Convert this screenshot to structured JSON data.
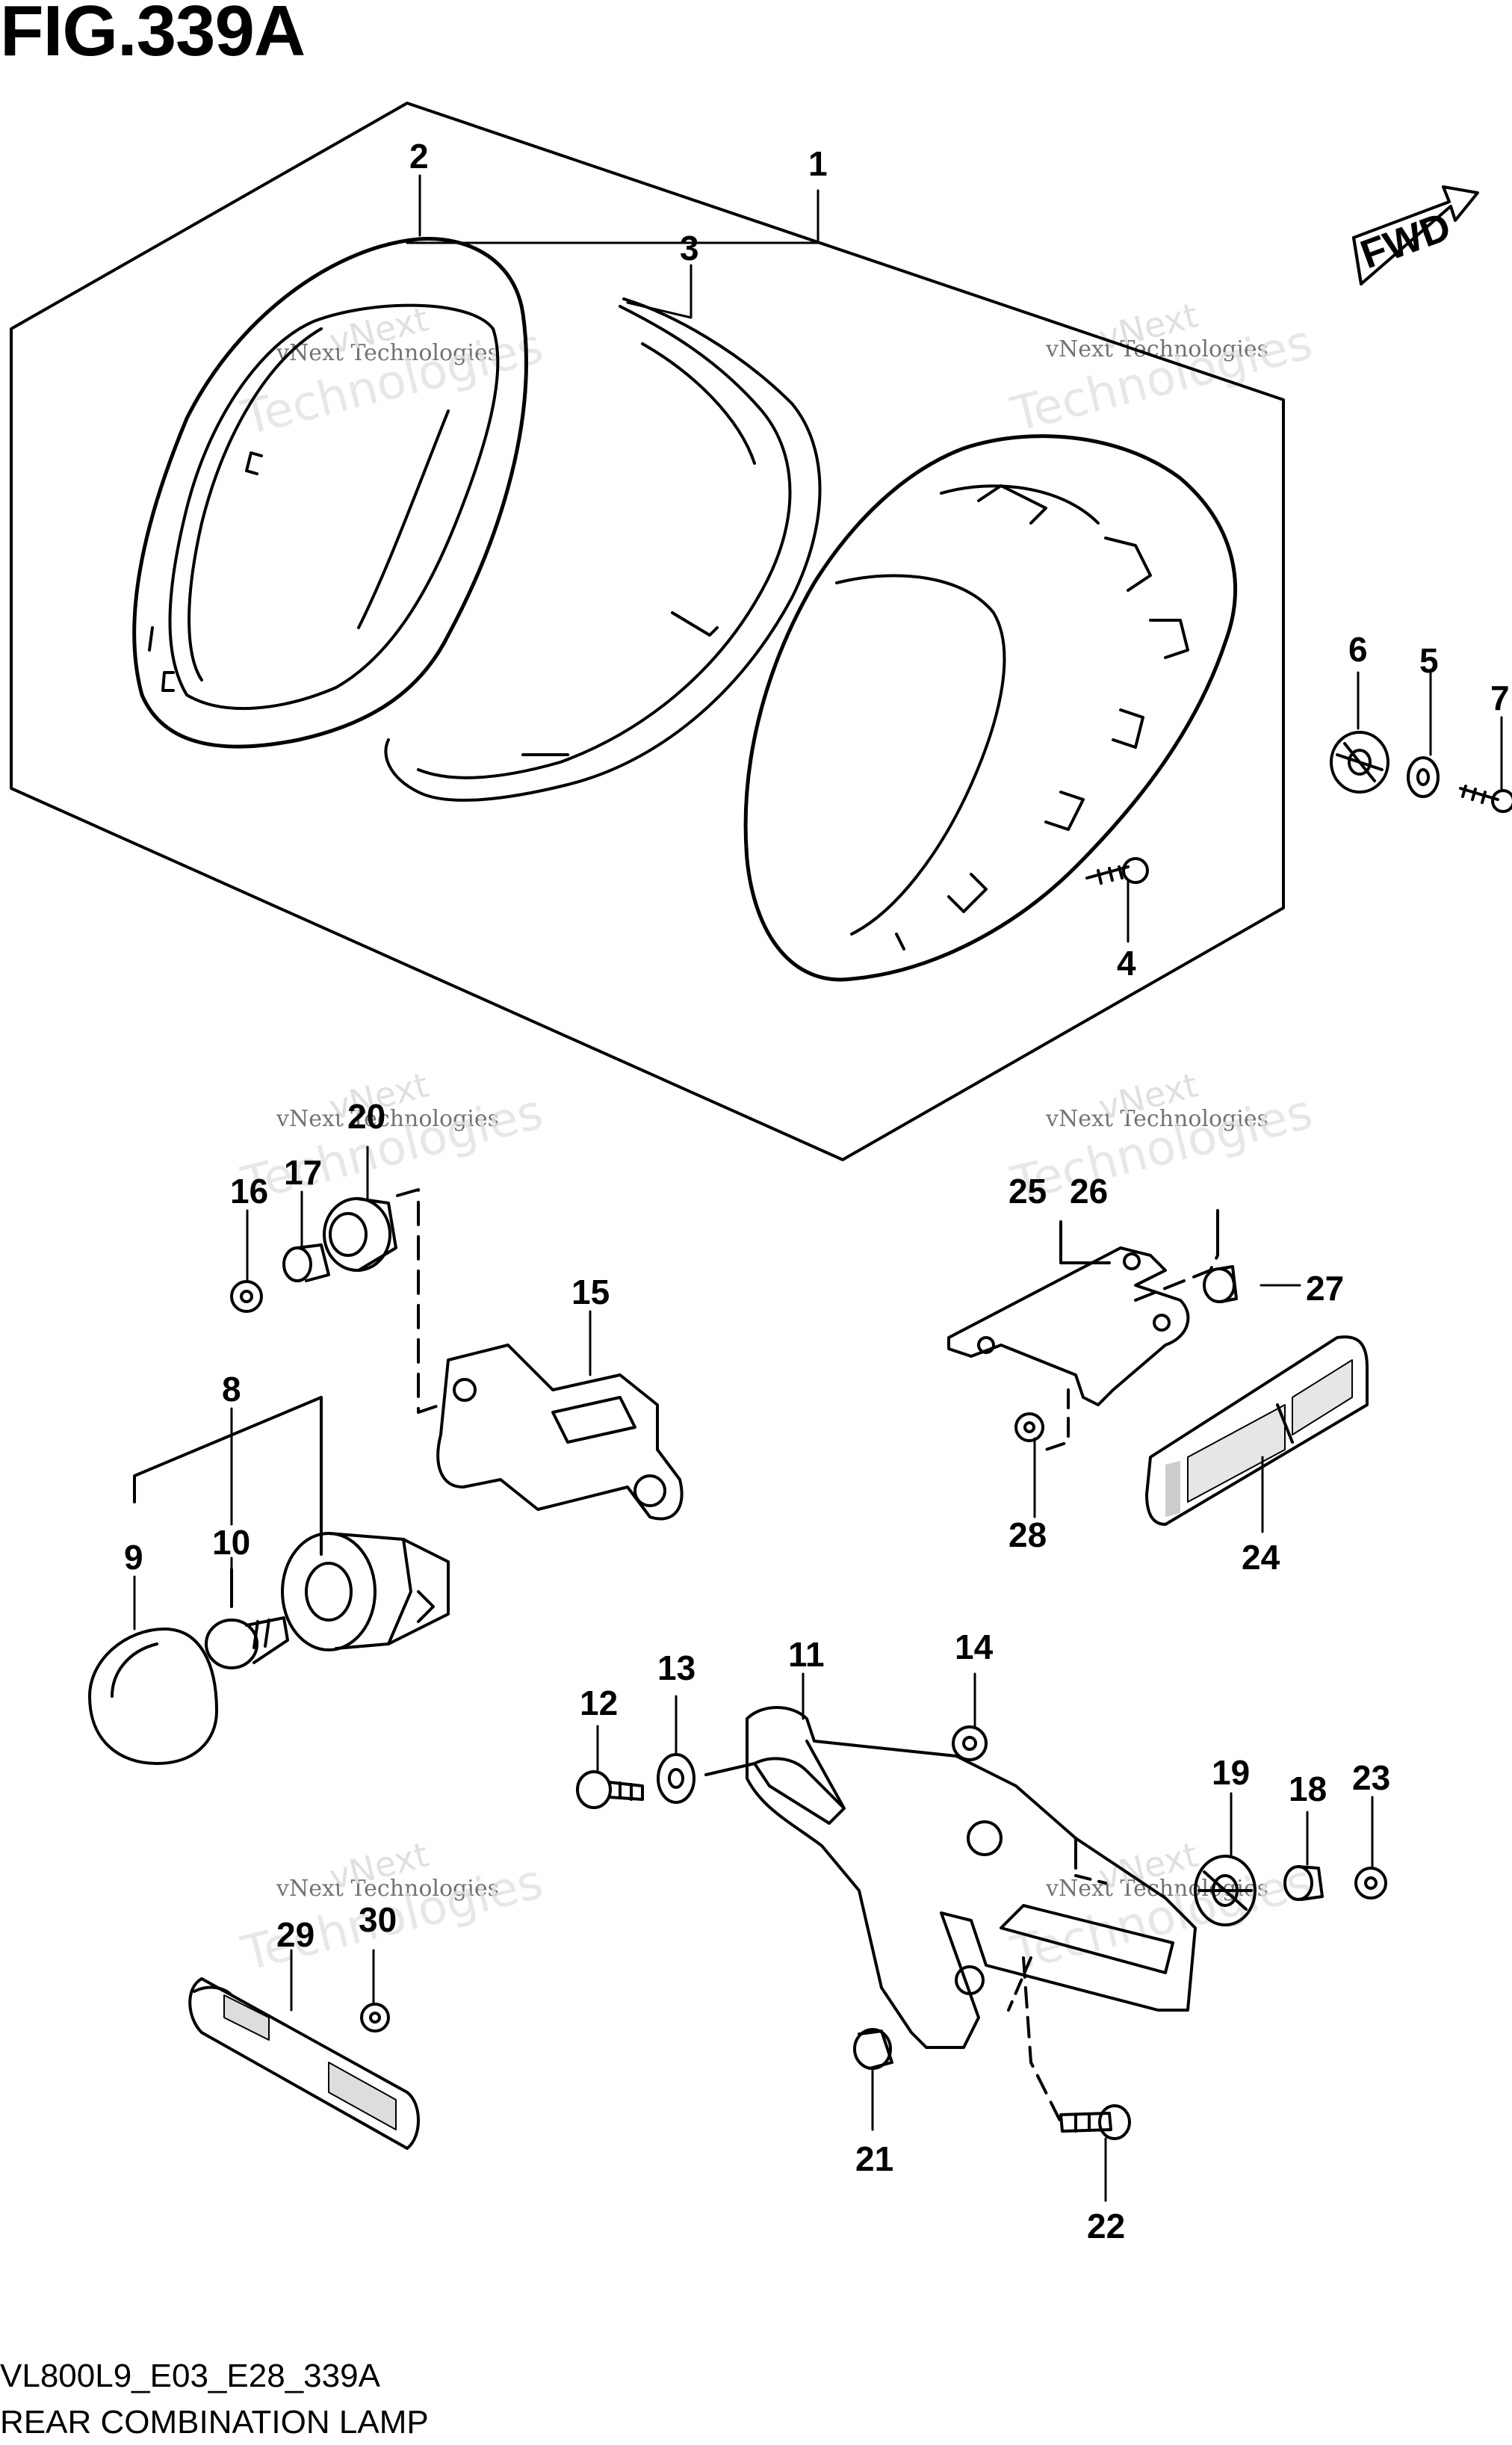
{
  "figure": {
    "title": "FIG.339A",
    "code": "VL800L9_E03_E28_339A",
    "caption": "REAR COMBINATION LAMP",
    "fwd_label": "FWD"
  },
  "watermark": {
    "line1": "vNext Technologies",
    "big": "Technologies",
    "brand": "vNext"
  },
  "callouts": [
    "1",
    "2",
    "3",
    "4",
    "5",
    "6",
    "7",
    "8",
    "9",
    "10",
    "11",
    "12",
    "13",
    "14",
    "15",
    "16",
    "17",
    "18",
    "19",
    "20",
    "21",
    "22",
    "23",
    "24",
    "25",
    "26",
    "27",
    "28",
    "29",
    "30"
  ]
}
